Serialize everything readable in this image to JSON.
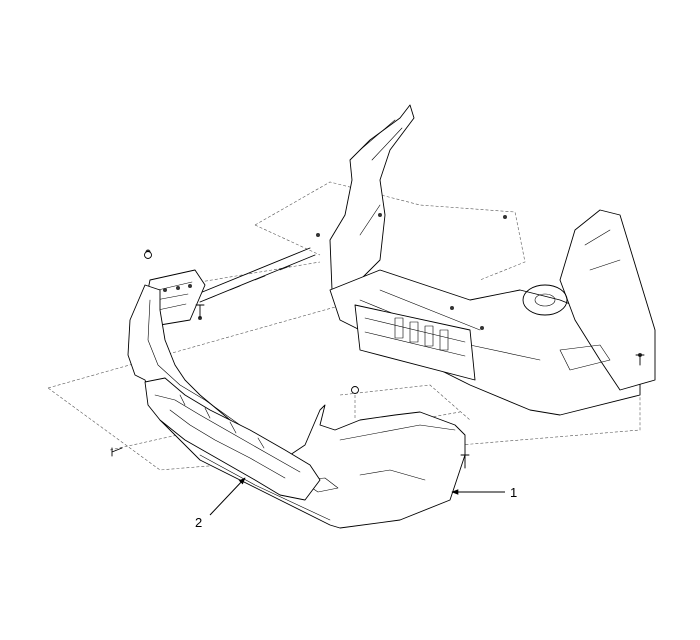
{
  "callouts": [
    {
      "id": "1",
      "label": "1"
    },
    {
      "id": "2",
      "label": "2"
    }
  ],
  "colors": {
    "line": "#000000",
    "background": "#ffffff",
    "dash": "#555555"
  }
}
